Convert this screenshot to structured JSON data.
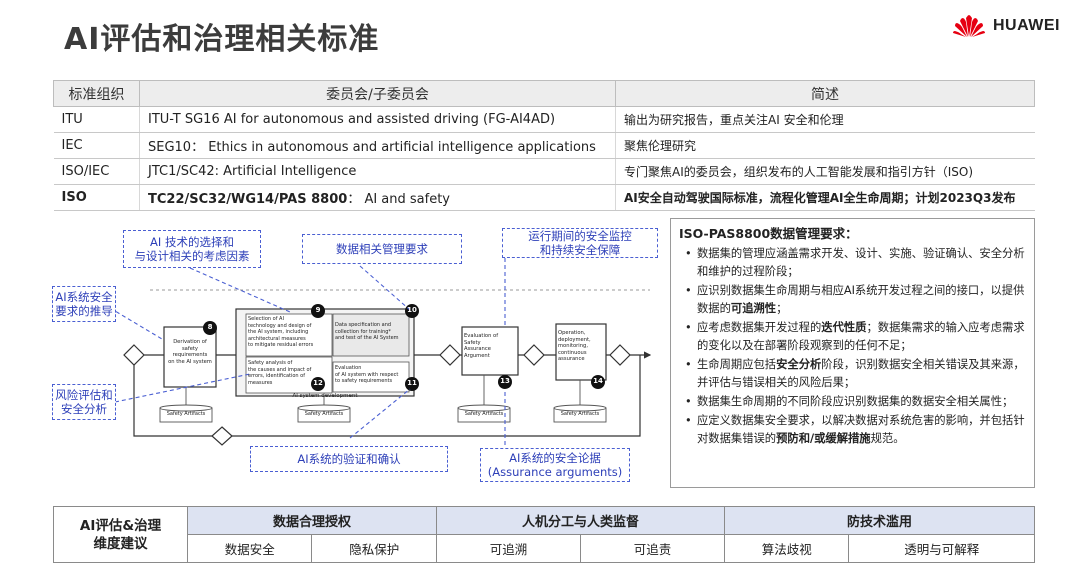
{
  "page": {
    "title": "AI评估和治理相关标准"
  },
  "brand": {
    "name": "HUAWEI",
    "color": "#e60012"
  },
  "table": {
    "headers": [
      "标准组织",
      "委员会/子委员会",
      "简述"
    ],
    "rows": [
      {
        "org": "ITU",
        "committee": "ITU-T  SG16 AI for autonomous and assisted driving (FG-AI4AD)",
        "committee_extra": "",
        "summary": "输出为研究报告，重点关注AI 安全和伦理"
      },
      {
        "org": "IEC",
        "committee": "SEG10：  Ethics in autonomous and artificial intelligence applications",
        "committee_extra": "",
        "summary": "聚焦伦理研究"
      },
      {
        "org": "ISO/IEC",
        "committee": "JTC1/SC42: Artificial Intelligence",
        "committee_extra": "",
        "summary": "专门聚焦AI的委员会，组织发布的人工智能发展和指引方针（ISO)"
      },
      {
        "org": "ISO",
        "committee": "TC22/SC32/WG14/PAS 8800",
        "committee_extra": "：  AI and safety",
        "summary": "AI安全自动驾驶国际标准，流程化管理AI全生命周期；计划2023Q3发布"
      }
    ]
  },
  "diagram": {
    "callouts": {
      "tech_selection": "AI 技术的选择和\n与设计相关的考虑因素",
      "data_mgmt": "数据相关管理要求",
      "runtime_monitor": "运行期间的安全监控\n和持续安全保障",
      "safety_req": "AI系统安全\n要求的推导",
      "risk_eval": "风险评估和\n安全分析",
      "verification": "AI系统的验证和确认",
      "assurance": "AI系统的安全论据\n(Assurance arguments)"
    },
    "boxes": {
      "derivation": "Derivation of\nsafety\nrequirements\non the AI system",
      "selection": "Selection of AI\ntechnology and design of\nthe AI system, including\narchitectural measures\nto mitigate residual errors",
      "data_spec": "Data specification and\ncollection for training*\nand test of the AI System",
      "safety_analysis": "Safety analysis of\nthe causes and impact of\nerrors, identification of\nmeasures",
      "evaluation": "Evaluation\nof AI system with respect\nto safety requirements",
      "system_dev": "AI system development",
      "assurance_box": "Evaluation of\nSafety\nAssurance\nArgument",
      "operation": "Operation,\ndeployment,\nmonitoring,\ncontinuous\nassurance",
      "artifacts": "Safety Artifacts"
    },
    "badges": [
      "8",
      "9",
      "10",
      "12",
      "11",
      "13",
      "14"
    ]
  },
  "requirements": {
    "title": "ISO-PAS8800数据管理要求：",
    "items": [
      {
        "text": "数据集的管理应涵盖需求开发、设计、实施、验证确认、安全分析和维护的过程阶段；",
        "bold": "",
        "after": ""
      },
      {
        "text": "应识别数据集生命周期与相应AI系统开发过程之间的接口，以提供数据的",
        "bold": "可追溯性",
        "after": "；"
      },
      {
        "text": "应考虑数据集开发过程的",
        "bold": "迭代性质",
        "after": "；数据集需求的输入应考虑需求的变化以及在部署阶段观察到的任何不足；"
      },
      {
        "text": "生命周期应包括",
        "bold": "安全分析",
        "after": "阶段，识别数据安全相关错误及其来源，并评估与错误相关的风险后果；"
      },
      {
        "text": "数据集生命周期的不同阶段应识别数据集的数据安全相关属性；",
        "bold": "",
        "after": ""
      },
      {
        "text": "应定义数据集安全要求，以解决数据对系统危害的影响，并包括针对数据集错误的",
        "bold": "预防和/或缓解措施",
        "after": "规范。"
      }
    ]
  },
  "dimensions": {
    "label": "AI评估&治理\n维度建议",
    "groups": [
      {
        "name": "数据合理授权",
        "items": [
          "数据安全",
          "隐私保护"
        ]
      },
      {
        "name": "人机分工与人类监督",
        "items": [
          "可追溯",
          "可追责"
        ]
      },
      {
        "name": "防技术滥用",
        "items": [
          "算法歧视",
          "透明与可解释"
        ]
      }
    ]
  }
}
